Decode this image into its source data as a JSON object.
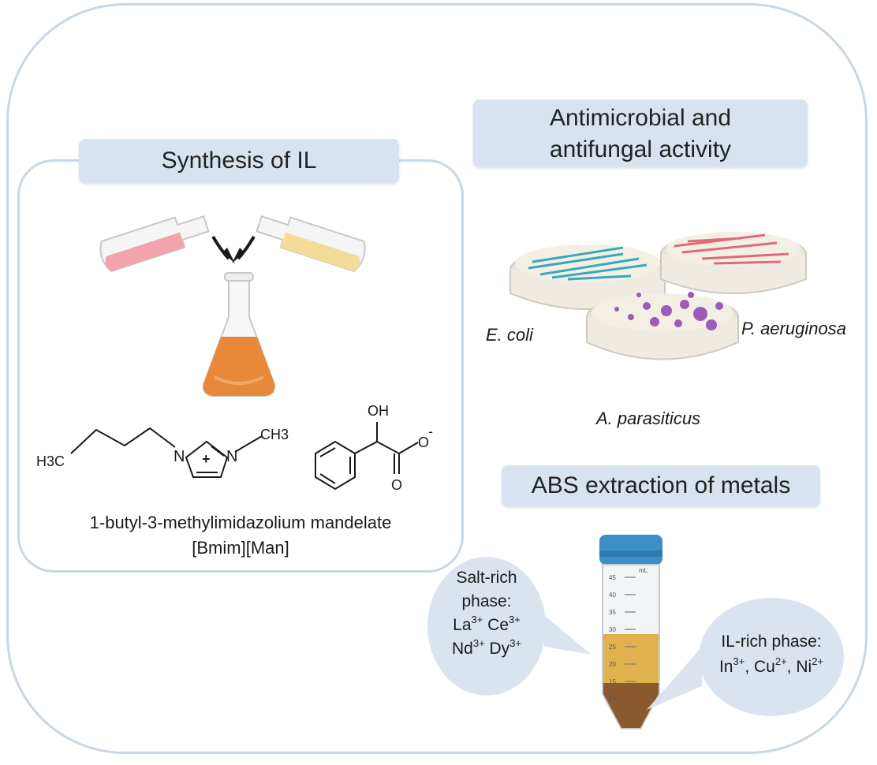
{
  "synthesis": {
    "title": "Synthesis of IL",
    "compound_name": "1-butyl-3-methylimidazolium mandelate",
    "compound_abbrev": "[Bmim][Man]",
    "structure_labels": {
      "h3c": "H3C",
      "n_left": "N",
      "plus": "+",
      "n_right": "N",
      "ch3": "CH3",
      "oh": "OH",
      "o_minus": "O",
      "minus": "-",
      "o_double": "O"
    }
  },
  "antimicrobial": {
    "title_line1": "Antimicrobial and",
    "title_line2": "antifungal activity",
    "labels": {
      "e_coli": "E. coli",
      "p_aeruginosa": "P. aeruginosa",
      "a_parasiticus": "A. parasiticus"
    }
  },
  "abs": {
    "title": "ABS extraction of metals",
    "salt_phase": {
      "line1": "Salt-rich",
      "line2": "phase:",
      "ions_row1": [
        {
          "sym": "La",
          "charge": "3+"
        },
        {
          "sym": "Ce",
          "charge": "3+"
        }
      ],
      "ions_row2": [
        {
          "sym": "Nd",
          "charge": "3+"
        },
        {
          "sym": "Dy",
          "charge": "3+"
        }
      ]
    },
    "il_phase": {
      "line1": "IL-rich phase:",
      "ions": [
        {
          "sym": "In",
          "charge": "3+"
        },
        {
          "sym": "Cu",
          "charge": "2+"
        },
        {
          "sym": "Ni",
          "charge": "2+"
        }
      ]
    },
    "tube_scale": [
      "mL",
      "45",
      "40",
      "35",
      "30",
      "25",
      "20",
      "15",
      "10"
    ]
  },
  "colors": {
    "frame": "#c9d6e3",
    "title_fill": "#d9e3ef",
    "flask_pink": "#f2a4ad",
    "flask_yellow": "#f3dc9a",
    "flask_orange": "#e8893a",
    "ecoli_streak": "#3aa8b8",
    "paeruginosa_streak": "#e06b78",
    "aparasiticus_colony": "#9a5cb8",
    "tube_cap": "#3a8fc6",
    "tube_upper_phase": "#e0b24e",
    "tube_lower_phase": "#8a5a2e"
  }
}
